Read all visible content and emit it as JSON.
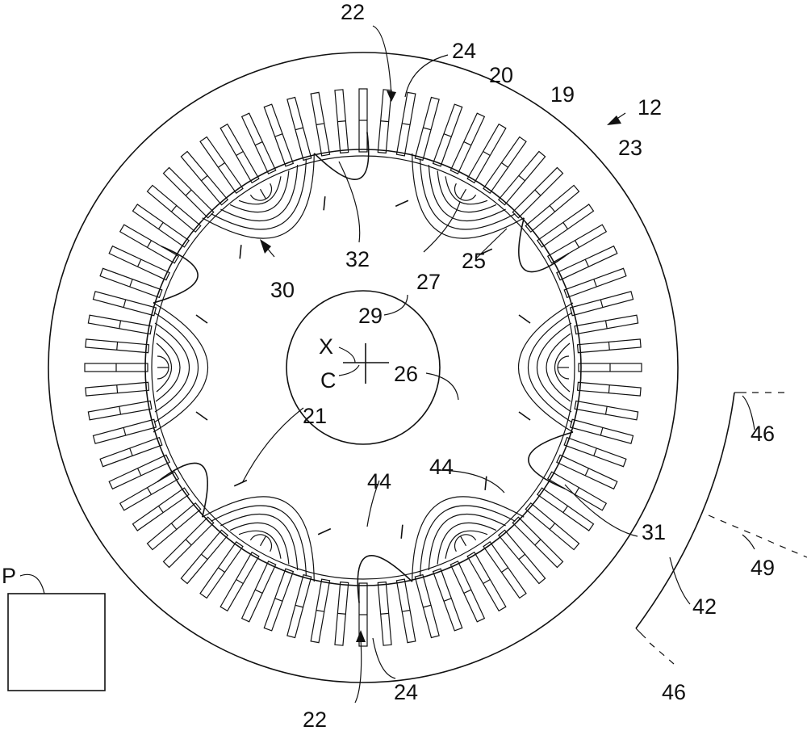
{
  "figure": {
    "labels": {
      "stator_outer": "19",
      "stator_core": "20",
      "stator_inner": "21",
      "slot_top": "22",
      "slot_bottom": "22",
      "conductor_top": "24",
      "conductor_bottom": "24",
      "outer_edge": "23",
      "rotor_ring": "25",
      "rotor_body": "26",
      "magnet": "27",
      "shaft": "29",
      "rotor": "30",
      "gap": "31",
      "barrier": "32",
      "machine": "12",
      "axis_x": "X",
      "axis_c": "C",
      "bridge_left": "44",
      "bridge_right": "44",
      "sensor": "42",
      "sensor_edge_top": "46",
      "sensor_edge_bottom": "46",
      "sensor_mid": "49",
      "box": "P"
    },
    "colors": {
      "line": "#111111",
      "background": "#ffffff"
    },
    "slot_count": 72,
    "rotor_poles": 6
  }
}
